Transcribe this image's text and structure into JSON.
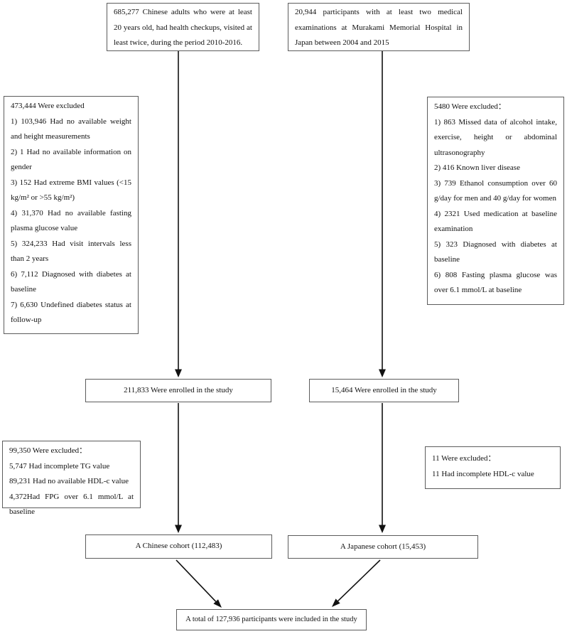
{
  "boxes": {
    "chinese_source": "685,277 Chinese adults who were at least 20 years old, had health checkups, visited at least twice, during the period 2010-2016.",
    "japanese_source": "20,944 participants with at least two medical examinations at Murakami Memorial Hospital in Japan between 2004 and 2015",
    "chinese_exclusion_1": {
      "title": "473,444 Were excluded",
      "items": [
        "1) 103,946 Had no available weight and height measurements",
        "2) 1 Had no available information on gender",
        "3) 152 Had extreme BMI values (<15 kg/m² or >55 kg/m²)",
        "4) 31,370 Had no available fasting plasma glucose value",
        "5) 324,233 Had visit intervals less than 2 years",
        "6) 7,112 Diagnosed with diabetes at baseline",
        "7) 6,630 Undefined diabetes status at follow-up"
      ]
    },
    "japanese_exclusion_1": {
      "title": "5480 Were excluded：",
      "items": [
        "1) 863 Missed data of alcohol intake, exercise, height or abdominal ultrasonography",
        "2) 416 Known liver disease",
        "3) 739 Ethanol consumption over 60 g/day for men and 40 g/day for women",
        "4) 2321 Used medication at baseline examination",
        "5) 323 Diagnosed with diabetes at baseline",
        "6) 808 Fasting plasma glucose was over 6.1 mmol/L at baseline"
      ]
    },
    "chinese_enrolled": "211,833 Were enrolled in the study",
    "japanese_enrolled": "15,464 Were enrolled in the study",
    "chinese_exclusion_2": {
      "title": "99,350 Were excluded：",
      "items": [
        "5,747 Had incomplete TG value",
        "89,231 Had no available HDL-c value",
        "4,372Had FPG over 6.1 mmol/L at baseline"
      ]
    },
    "japanese_exclusion_2": {
      "title": "11 Were excluded：",
      "items": [
        "11 Had incomplete HDL-c value"
      ]
    },
    "chinese_cohort": "A Chinese cohort (112,483)",
    "japanese_cohort": "A Japanese cohort (15,453)",
    "total": "A total of 127,936 participants were included in the study"
  }
}
